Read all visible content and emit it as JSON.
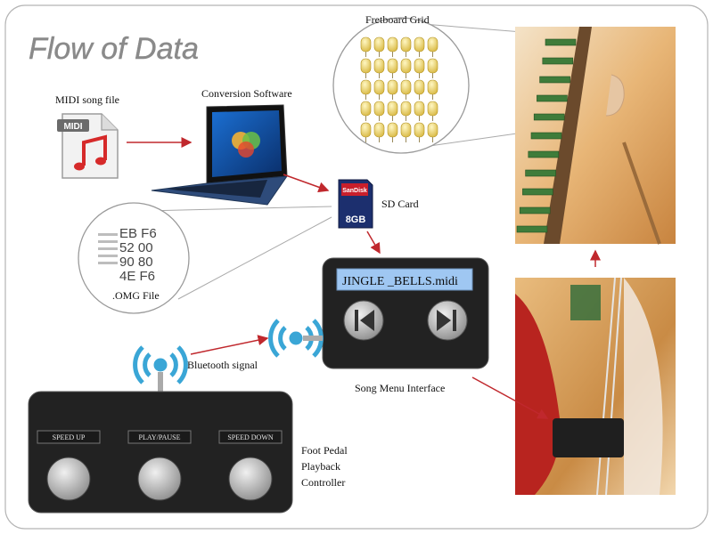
{
  "title": "Flow of Data",
  "labels": {
    "midi_song_file": "MIDI song file",
    "conversion_software": "Conversion Software",
    "fretboard_grid": "Fretboard Grid",
    "sd_card": "SD Card",
    "omg_file": ".OMG File",
    "bluetooth_signal": "Bluetooth signal",
    "song_menu_interface": "Song Menu Interface",
    "foot_pedal_line1": "Foot Pedal",
    "foot_pedal_line2": "Playback",
    "foot_pedal_line3": "Controller"
  },
  "midi_icon_badge": "MIDI",
  "sd_card": {
    "brand": "SanDisk",
    "capacity": "8GB"
  },
  "omg_hex": [
    "EB F6",
    "52 00",
    "90 80",
    "4E F6"
  ],
  "song_display": "JINGLE _BELLS.midi",
  "pedals": [
    {
      "label": "SPEED UP"
    },
    {
      "label": "PLAY/PAUSE"
    },
    {
      "label": "SPEED DOWN"
    }
  ],
  "colors": {
    "arrow": "#c0282d",
    "title": "#8a8a8a",
    "bluetooth": "#3aa6d6",
    "display_bg": "#9fc7f2",
    "device_dark": "#222222"
  }
}
